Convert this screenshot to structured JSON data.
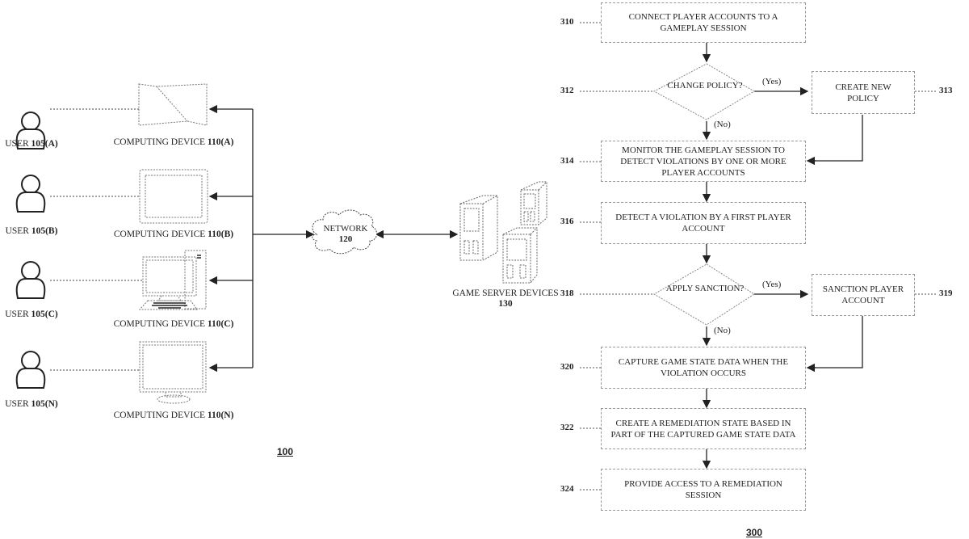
{
  "system_diagram": {
    "figure_number": "100",
    "users": [
      {
        "name": "USER",
        "ref": "105(A)"
      },
      {
        "name": "USER",
        "ref": "105(B)"
      },
      {
        "name": "USER",
        "ref": "105(C)"
      },
      {
        "name": "USER",
        "ref": "105(N)"
      }
    ],
    "devices": [
      {
        "name": "COMPUTING DEVICE",
        "ref": "110(A)",
        "icon": "tablet-icon"
      },
      {
        "name": "COMPUTING DEVICE",
        "ref": "110(B)",
        "icon": "tablet-screen-icon"
      },
      {
        "name": "COMPUTING DEVICE",
        "ref": "110(C)",
        "icon": "desktop-computer-icon"
      },
      {
        "name": "COMPUTING DEVICE",
        "ref": "110(N)",
        "icon": "monitor-icon"
      }
    ],
    "network": {
      "name": "NETWORK",
      "ref": "120",
      "icon": "cloud-icon"
    },
    "servers": {
      "name": "GAME SERVER DEVICES",
      "ref": "130",
      "icon": "server-tower-icon"
    }
  },
  "flowchart": {
    "figure_number": "300",
    "steps": {
      "s310": {
        "ref": "310",
        "text": "CONNECT  PLAYER ACCOUNTS TO A GAMEPLAY SESSION"
      },
      "s312": {
        "ref": "312",
        "text": "CHANGE POLICY?"
      },
      "s313": {
        "ref": "313",
        "text": "CREATE NEW POLICY"
      },
      "s314": {
        "ref": "314",
        "text": "MONITOR THE GAMEPLAY SESSION TO DETECT VIOLATIONS BY ONE OR MORE PLAYER ACCOUNTS"
      },
      "s316": {
        "ref": "316",
        "text": "DETECT A VIOLATION BY A FIRST PLAYER ACCOUNT"
      },
      "s318": {
        "ref": "318",
        "text": "APPLY SANCTION?"
      },
      "s319": {
        "ref": "319",
        "text": "SANCTION PLAYER ACCOUNT"
      },
      "s320": {
        "ref": "320",
        "text": "CAPTURE GAME STATE DATA WHEN THE VIOLATION OCCURS"
      },
      "s322": {
        "ref": "322",
        "text": "CREATE A REMEDIATION STATE BASED IN PART OF THE CAPTURED GAME STATE DATA"
      },
      "s324": {
        "ref": "324",
        "text": "PROVIDE ACCESS TO A REMEDIATION SESSION"
      }
    },
    "yes_label": "(Yes)",
    "no_label": "(No)"
  }
}
